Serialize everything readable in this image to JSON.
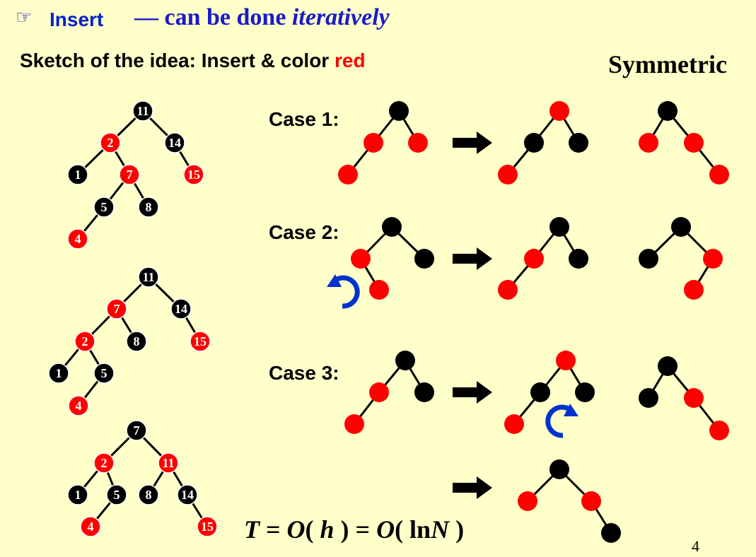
{
  "title": {
    "hand_icon": "pointing-hand-icon",
    "hand_glyph": "☞",
    "insert": "Insert",
    "dash": "— can be done",
    "italic": "iteratively"
  },
  "subtitle": {
    "prefix": "Sketch of the idea: Insert & color",
    "red_word": "red"
  },
  "symmetric": "Symmetric",
  "cases": [
    "Case 1:",
    "Case 2:",
    "Case 3:"
  ],
  "formula": {
    "t": "T",
    "eq1": " = ",
    "o1": "O",
    "p1": "( ",
    "h": "h",
    "p2": " ) = ",
    "o2": "O",
    "p3": "( ln",
    "n": "N",
    "p4": " )"
  },
  "page_number": "4",
  "colors": {
    "background": "#ffffc9",
    "red_node": "#ff0000",
    "black_node": "#000000",
    "title_blue": "#1a1acc",
    "rotate_arrow": "#0033cc"
  },
  "example_trees": [
    {
      "nodes": [
        {
          "id": "11",
          "label": "11",
          "color": "black"
        },
        {
          "id": "2",
          "label": "2",
          "color": "red"
        },
        {
          "id": "14",
          "label": "14",
          "color": "black"
        },
        {
          "id": "1",
          "label": "1",
          "color": "black"
        },
        {
          "id": "7",
          "label": "7",
          "color": "red"
        },
        {
          "id": "15",
          "label": "15",
          "color": "red"
        },
        {
          "id": "5",
          "label": "5",
          "color": "black"
        },
        {
          "id": "8",
          "label": "8",
          "color": "black"
        },
        {
          "id": "4",
          "label": "4",
          "color": "red"
        }
      ],
      "edges": [
        [
          "11",
          "2"
        ],
        [
          "11",
          "14"
        ],
        [
          "2",
          "1"
        ],
        [
          "2",
          "7"
        ],
        [
          "14",
          "15"
        ],
        [
          "7",
          "5"
        ],
        [
          "7",
          "8"
        ],
        [
          "5",
          "4"
        ]
      ]
    },
    {
      "nodes": [
        {
          "id": "11",
          "label": "11",
          "color": "black"
        },
        {
          "id": "7",
          "label": "7",
          "color": "red"
        },
        {
          "id": "14",
          "label": "14",
          "color": "black"
        },
        {
          "id": "2",
          "label": "2",
          "color": "red"
        },
        {
          "id": "8",
          "label": "8",
          "color": "black"
        },
        {
          "id": "15",
          "label": "15",
          "color": "red"
        },
        {
          "id": "1",
          "label": "1",
          "color": "black"
        },
        {
          "id": "5",
          "label": "5",
          "color": "black"
        },
        {
          "id": "4",
          "label": "4",
          "color": "red"
        }
      ],
      "edges": [
        [
          "11",
          "7"
        ],
        [
          "11",
          "14"
        ],
        [
          "7",
          "2"
        ],
        [
          "7",
          "8"
        ],
        [
          "14",
          "15"
        ],
        [
          "2",
          "1"
        ],
        [
          "2",
          "5"
        ],
        [
          "5",
          "4"
        ]
      ]
    },
    {
      "nodes": [
        {
          "id": "7",
          "label": "7",
          "color": "black"
        },
        {
          "id": "2",
          "label": "2",
          "color": "red"
        },
        {
          "id": "11",
          "label": "11",
          "color": "red"
        },
        {
          "id": "1",
          "label": "1",
          "color": "black"
        },
        {
          "id": "5",
          "label": "5",
          "color": "black"
        },
        {
          "id": "8",
          "label": "8",
          "color": "black"
        },
        {
          "id": "14",
          "label": "14",
          "color": "black"
        },
        {
          "id": "4",
          "label": "4",
          "color": "red"
        },
        {
          "id": "15",
          "label": "15",
          "color": "red"
        }
      ],
      "edges": [
        [
          "7",
          "2"
        ],
        [
          "7",
          "11"
        ],
        [
          "2",
          "1"
        ],
        [
          "2",
          "5"
        ],
        [
          "11",
          "8"
        ],
        [
          "11",
          "14"
        ],
        [
          "5",
          "4"
        ],
        [
          "14",
          "15"
        ]
      ]
    }
  ],
  "case_trees": [
    {
      "nodes": [
        {
          "id": "g",
          "color": "black"
        },
        {
          "id": "p",
          "color": "red"
        },
        {
          "id": "u",
          "color": "red"
        },
        {
          "id": "x",
          "color": "red"
        }
      ],
      "edges": [
        [
          "g",
          "p"
        ],
        [
          "g",
          "u"
        ],
        [
          "p",
          "x"
        ]
      ]
    },
    {
      "nodes": [
        {
          "id": "g",
          "color": "red"
        },
        {
          "id": "p",
          "color": "black"
        },
        {
          "id": "u",
          "color": "black"
        },
        {
          "id": "x",
          "color": "red"
        }
      ],
      "edges": [
        [
          "g",
          "p"
        ],
        [
          "g",
          "u"
        ],
        [
          "p",
          "x"
        ]
      ]
    },
    {
      "nodes": [
        {
          "id": "g",
          "color": "black"
        },
        {
          "id": "p",
          "color": "red"
        },
        {
          "id": "u",
          "color": "red"
        },
        {
          "id": "x",
          "color": "red"
        }
      ],
      "edges": [
        [
          "g",
          "p"
        ],
        [
          "g",
          "u"
        ],
        [
          "u",
          "x"
        ]
      ]
    },
    {
      "nodes": [
        {
          "id": "g",
          "color": "black"
        },
        {
          "id": "p",
          "color": "red"
        },
        {
          "id": "u",
          "color": "black"
        },
        {
          "id": "x",
          "color": "red"
        }
      ],
      "edges": [
        [
          "g",
          "p"
        ],
        [
          "g",
          "u"
        ],
        [
          "p",
          "x"
        ]
      ]
    },
    {
      "nodes": [
        {
          "id": "g",
          "color": "black"
        },
        {
          "id": "p",
          "color": "red"
        },
        {
          "id": "u",
          "color": "black"
        },
        {
          "id": "x",
          "color": "red"
        }
      ],
      "edges": [
        [
          "g",
          "p"
        ],
        [
          "g",
          "u"
        ],
        [
          "p",
          "x"
        ]
      ]
    },
    {
      "nodes": [
        {
          "id": "g",
          "color": "black"
        },
        {
          "id": "u",
          "color": "black"
        },
        {
          "id": "p",
          "color": "red"
        },
        {
          "id": "x",
          "color": "red"
        }
      ],
      "edges": [
        [
          "g",
          "u"
        ],
        [
          "g",
          "p"
        ],
        [
          "p",
          "x"
        ]
      ]
    },
    {
      "nodes": [
        {
          "id": "g",
          "color": "black"
        },
        {
          "id": "p",
          "color": "red"
        },
        {
          "id": "u",
          "color": "black"
        },
        {
          "id": "x",
          "color": "red"
        }
      ],
      "edges": [
        [
          "g",
          "p"
        ],
        [
          "g",
          "u"
        ],
        [
          "p",
          "x"
        ]
      ]
    },
    {
      "nodes": [
        {
          "id": "g",
          "color": "red"
        },
        {
          "id": "p",
          "color": "black"
        },
        {
          "id": "u",
          "color": "black"
        },
        {
          "id": "x",
          "color": "red"
        }
      ],
      "edges": [
        [
          "g",
          "p"
        ],
        [
          "g",
          "u"
        ],
        [
          "p",
          "x"
        ]
      ]
    },
    {
      "nodes": [
        {
          "id": "g",
          "color": "black"
        },
        {
          "id": "u",
          "color": "black"
        },
        {
          "id": "p",
          "color": "red"
        },
        {
          "id": "x",
          "color": "red"
        }
      ],
      "edges": [
        [
          "g",
          "u"
        ],
        [
          "g",
          "p"
        ],
        [
          "p",
          "x"
        ]
      ]
    },
    {
      "nodes": [
        {
          "id": "g",
          "color": "black"
        },
        {
          "id": "p",
          "color": "red"
        },
        {
          "id": "u",
          "color": "red"
        },
        {
          "id": "x",
          "color": "black"
        }
      ],
      "edges": [
        [
          "g",
          "p"
        ],
        [
          "g",
          "u"
        ],
        [
          "u",
          "x"
        ]
      ]
    }
  ],
  "arrows": [
    "right-arrow-icon",
    "right-arrow-icon",
    "right-arrow-icon",
    "right-arrow-icon"
  ],
  "rotations": [
    "rotate-counterclockwise-icon",
    "rotate-clockwise-icon"
  ]
}
